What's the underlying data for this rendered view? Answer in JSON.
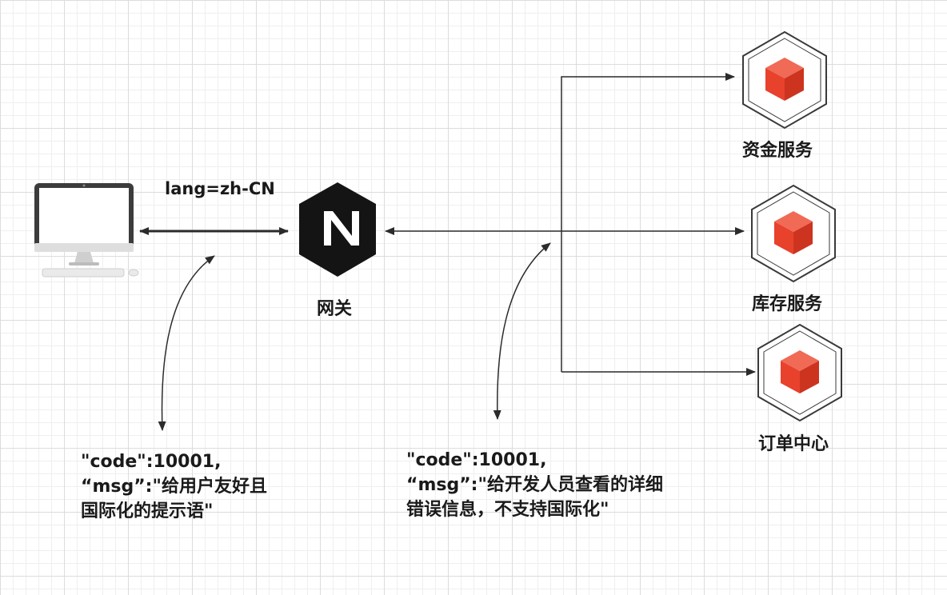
{
  "diagram": {
    "client": {
      "icon": "desktop-computer-icon"
    },
    "client_gateway_label": "lang=zh-CN",
    "gateway": {
      "icon": "nginx-icon",
      "label": "网关"
    },
    "services": [
      {
        "icon": "cube-service-icon",
        "label": "资金服务"
      },
      {
        "icon": "cube-service-icon",
        "label": "库存服务"
      },
      {
        "icon": "cube-service-icon",
        "label": "订单中心"
      }
    ],
    "client_response": {
      "lines": [
        "\"code\":10001,",
        "“msg”:\"给用户友好且",
        "国际化的提示语\""
      ]
    },
    "service_response": {
      "lines": [
        "\"code\":10001,",
        "“msg”:\"给开发人员查看的详细",
        "错误信息，不支持国际化\""
      ]
    },
    "colors": {
      "line": "#2b2b2b",
      "cube_accent": "#e8412c",
      "hexagon": "#141414",
      "monitor_frame": "#3c3c3c"
    }
  }
}
